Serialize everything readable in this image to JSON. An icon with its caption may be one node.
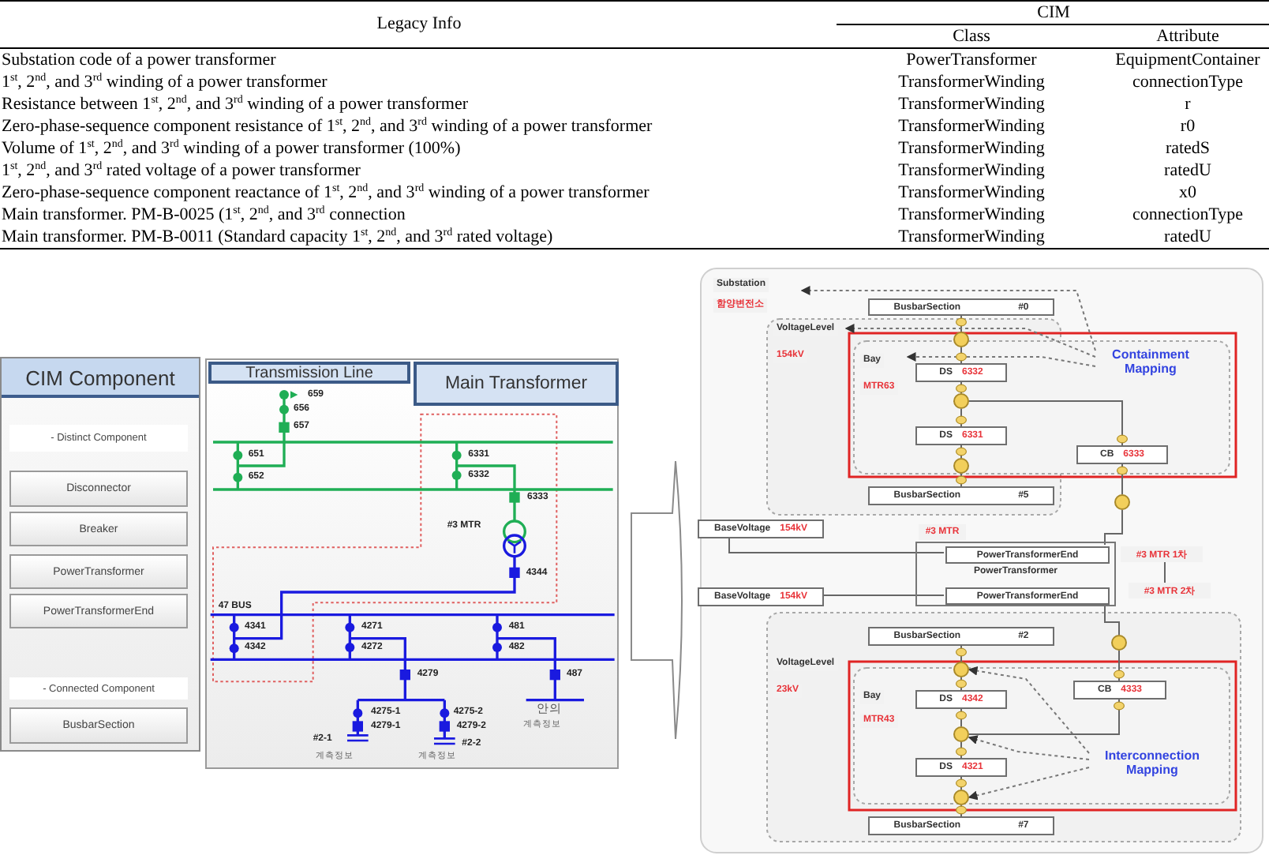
{
  "diagram": {
    "nodes": [
      {
        "text": [
          "CIM Component"
        ]
      },
      {
        "text": [
          "- Distinct Component"
        ],
        "in": 0
      },
      {
        "text": [
          "Disconnector"
        ],
        "in": 0
      },
      {
        "text": [
          "Breaker"
        ],
        "in": 0
      },
      {
        "text": [
          "PowerTransformer"
        ],
        "in": 0
      },
      {
        "text": [
          "PowerTransformerEnd"
        ],
        "in": 0
      },
      {
        "text": [
          "- Connected Component"
        ],
        "in": 0
      },
      {
        "text": [
          "BusbarSection"
        ],
        "in": 0
      },
      {
        "text": [
          "Transmission Line"
        ]
      },
      {
        "text": [
          "Main Transformer"
        ]
      },
      {
        "text": [
          "Substation",
          "함양변전소"
        ]
      },
      {
        "text": [
          "BusbarSection",
          "#0"
        ]
      },
      {
        "text": [],
        "shape": "circle"
      },
      {
        "text": [
          "VoltageLevel",
          "154kV"
        ]
      },
      {
        "text": [
          "Containment Mapping"
        ]
      },
      {
        "text": [
          "Bay",
          "MTR63"
        ]
      },
      {
        "text": [
          "DS",
          "6332"
        ]
      },
      {
        "text": [],
        "shape": "circle"
      },
      {
        "text": [
          "DS",
          "6331"
        ]
      },
      {
        "text": [
          "CB",
          "6333"
        ]
      },
      {
        "text": [],
        "shape": "circle"
      },
      {
        "text": [
          "BaseVoltage",
          "154kV"
        ]
      },
      {
        "text": [
          "BusbarSection",
          "#5"
        ]
      },
      {
        "text": [],
        "shape": "circle"
      },
      {
        "text": [
          "#3 MTR"
        ]
      },
      {
        "text": [
          "PowerTransformer"
        ]
      },
      {
        "text": [
          "PowerTransformerEnd"
        ],
        "in": 25
      },
      {
        "text": [
          "#3 MTR 1차"
        ]
      },
      {
        "text": [
          "PowerTransformerEnd"
        ],
        "in": 25
      },
      {
        "text": [
          "#3 MTR 2차"
        ]
      },
      {
        "text": [],
        "shape": "circle"
      },
      {
        "text": [
          "BaseVoltage",
          "154kV"
        ]
      },
      {
        "text": [
          "BusbarSection",
          "#2"
        ]
      },
      {
        "text": [
          "VoltageLevel",
          "23kV"
        ]
      },
      {
        "text": [],
        "shape": "circle"
      },
      {
        "text": [
          "CB",
          "4333"
        ]
      },
      {
        "text": [
          "Bay",
          "MTR43"
        ]
      },
      {
        "text": [
          "DS",
          "4342"
        ]
      },
      {
        "text": [],
        "shape": "circle"
      },
      {
        "text": [
          "DS",
          "4321"
        ]
      },
      {
        "text": [
          "Interconnection Mapping"
        ]
      },
      {
        "text": [],
        "shape": "circle"
      },
      {
        "text": [
          "BusbarSection",
          "#7"
        ]
      }
    ],
    "edges": [
      {
        "from": 11,
        "to": 12,
        "arrow": "none"
      },
      {
        "from": 12,
        "to": 16,
        "arrow": "none"
      },
      {
        "from": 16,
        "to": 17,
        "arrow": "none"
      },
      {
        "from": 17,
        "to": 18,
        "arrow": "none"
      },
      {
        "from": 18,
        "to": 20,
        "arrow": "none"
      },
      {
        "from": 20,
        "to": 22,
        "arrow": "none"
      },
      {
        "from": 17,
        "to": 19,
        "arrow": "none"
      },
      {
        "from": 19,
        "to": 23,
        "arrow": "none"
      },
      {
        "from": 23,
        "to": 26,
        "arrow": "none"
      },
      {
        "from": 21,
        "to": 26,
        "arrow": "none"
      },
      {
        "from": 27,
        "to": 29,
        "arrow": "none"
      },
      {
        "from": 28,
        "to": 30,
        "arrow": "none"
      },
      {
        "from": 31,
        "to": 28,
        "arrow": "none"
      },
      {
        "from": 30,
        "to": 35,
        "arrow": "none"
      },
      {
        "from": 32,
        "to": 34,
        "arrow": "none"
      },
      {
        "from": 34,
        "to": 37,
        "arrow": "none"
      },
      {
        "from": 37,
        "to": 38,
        "arrow": "none"
      },
      {
        "from": 38,
        "to": 39,
        "arrow": "none"
      },
      {
        "from": 39,
        "to": 41,
        "arrow": "none"
      },
      {
        "from": 41,
        "to": 42,
        "arrow": "none"
      },
      {
        "from": 35,
        "to": 38,
        "arrow": "none"
      },
      {
        "from": 14,
        "to": 10,
        "arrow": "to",
        "style": "dashed"
      },
      {
        "from": 14,
        "to": 13,
        "arrow": "to",
        "style": "dashed"
      },
      {
        "from": 14,
        "to": 15,
        "arrow": "to",
        "style": "dashed"
      },
      {
        "from": 40,
        "to": 34,
        "arrow": "to",
        "style": "dashed"
      },
      {
        "from": 40,
        "to": 38,
        "arrow": "to",
        "style": "dashed"
      },
      {
        "from": 40,
        "to": 41,
        "arrow": "to",
        "style": "dashed"
      }
    ],
    "labels": [
      "Legacy Info",
      "CIM",
      "Class",
      "Attribute",
      "Substation code of a power transformer",
      "PowerTransformer",
      "EquipmentContainer",
      "1$^{st}$, 2$^{nd}$, and 3$^{rd}$ winding of a power transformer",
      "TransformerWinding",
      "connectionType",
      "Resistance between 1$^{st}$, 2$^{nd}$, and 3$^{rd}$ winding of a power transformer",
      "TransformerWinding",
      "r",
      "Zero-phase-sequence component resistance of 1$^{st}$, 2$^{nd}$, and 3$^{rd}$ winding of a power transformer",
      "TransformerWinding",
      "r0",
      "Volume of 1$^{st}$, 2$^{nd}$, and 3$^{rd}$ winding of a power transformer (100%)",
      "TransformerWinding",
      "ratedS",
      "1$^{st}$, 2$^{nd}$, and 3$^{rd}$ rated voltage of a power transformer",
      "TransformerWinding",
      "ratedU",
      "Zero-phase-sequence component reactance of 1$^{st}$, 2$^{nd}$, and 3$^{rd}$ winding of a power transformer",
      "TransformerWinding",
      "x0",
      "Main transformer. PM-B-0025 (1$^{st}$, 2$^{nd}$, and 3$^{rd}$ connection",
      "TransformerWinding",
      "connectionType",
      "Main transformer. PM-B-0011 (Standard capacity 1$^{st}$, 2$^{nd}$, and 3$^{rd}$ rated voltage)",
      "TransformerWinding",
      "ratedU",
      "659",
      "656",
      "657",
      "651",
      "6331",
      "652",
      "6332",
      "6333",
      "#3 MTR",
      "4344",
      "47 BUS",
      "4341",
      "4271",
      "481",
      "4342",
      "4272",
      "482",
      "4279",
      "487",
      "안의",
      "4275-1",
      "4275-2",
      "4279-1",
      "4279-2",
      "계측정보",
      "#2-1",
      "#2-2",
      "계측정보",
      "계측정보"
    ]
  }
}
